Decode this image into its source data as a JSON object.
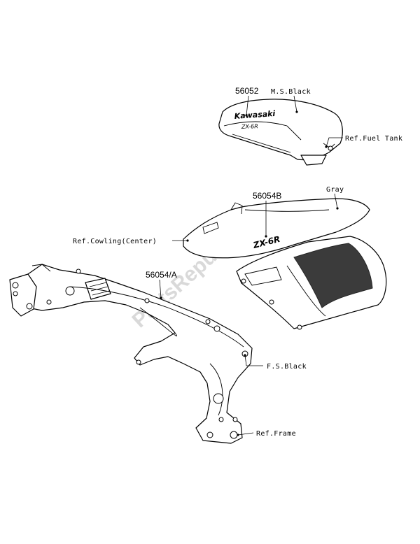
{
  "labels": {
    "part_56052": "56052",
    "ms_black": "M.S.Black",
    "ref_fuel_tank": "Ref.Fuel Tank",
    "part_56054b": "56054B",
    "gray": "Gray",
    "ref_cowling_center": "Ref.Cowling(Center)",
    "part_56054a": "56054/A",
    "fs_black": "F.S.Black",
    "ref_frame": "Ref.Frame"
  },
  "decals": {
    "tank_brand": "Kawasaki",
    "tank_model": "ZX-6R",
    "cowl_model": "ZX-6R"
  },
  "watermark": "PartsRepublik"
}
